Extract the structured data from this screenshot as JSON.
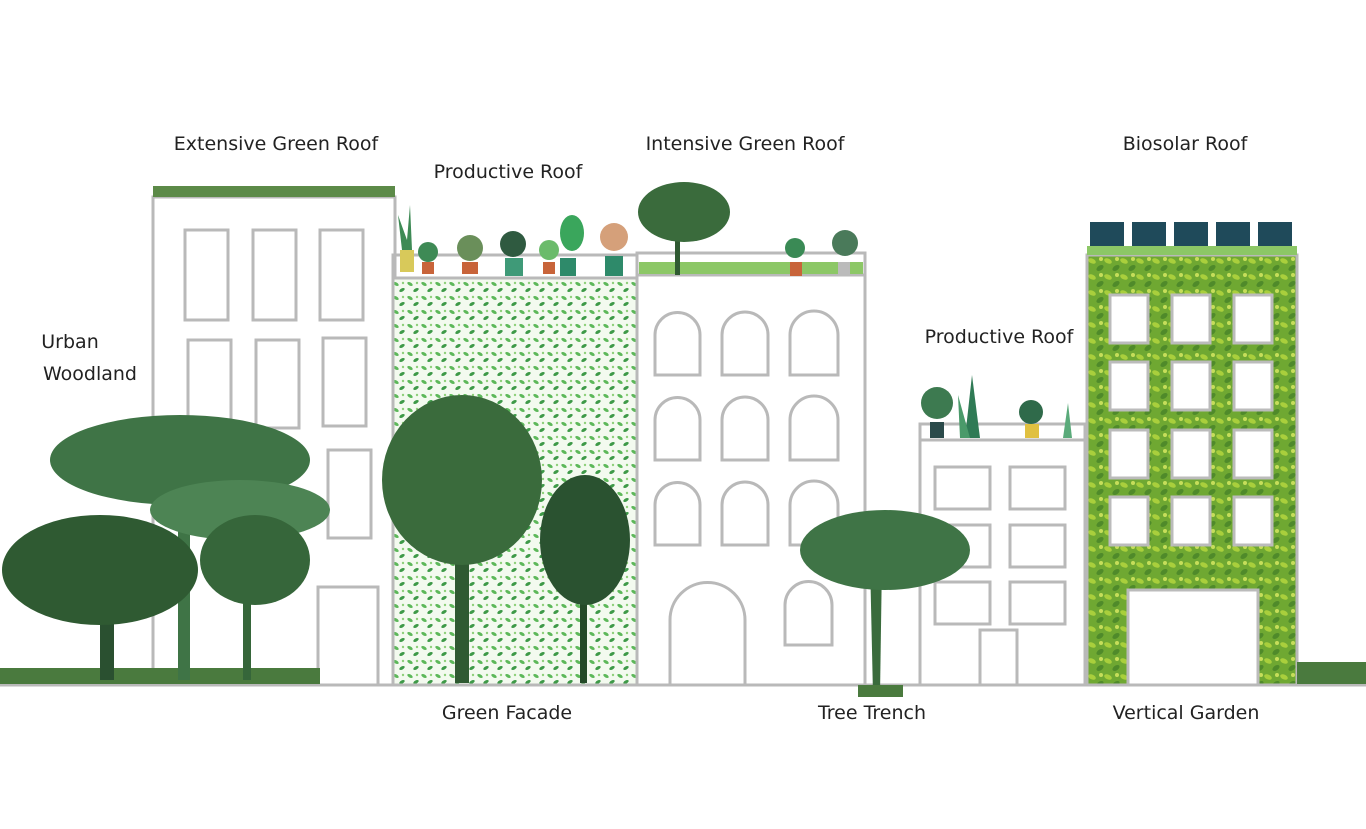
{
  "labels": {
    "extensive_green_roof": "Extensive Green Roof",
    "productive_roof_1": "Productive Roof",
    "intensive_green_roof": "Intensive Green Roof",
    "biosolar_roof": "Biosolar Roof",
    "urban_woodland_line1": "Urban",
    "urban_woodland_line2": "Woodland",
    "productive_roof_2": "Productive Roof",
    "green_facade": "Green Facade",
    "tree_trench": "Tree Trench",
    "vertical_garden": "Vertical Garden"
  },
  "colors": {
    "dark_tree": "#2f5a32",
    "mid_tree": "#3f7446",
    "light_green": "#7cc04a",
    "vine_green": "#4caf50",
    "building_stroke": "#b9b9b9",
    "grass": "#4a7a3e"
  }
}
